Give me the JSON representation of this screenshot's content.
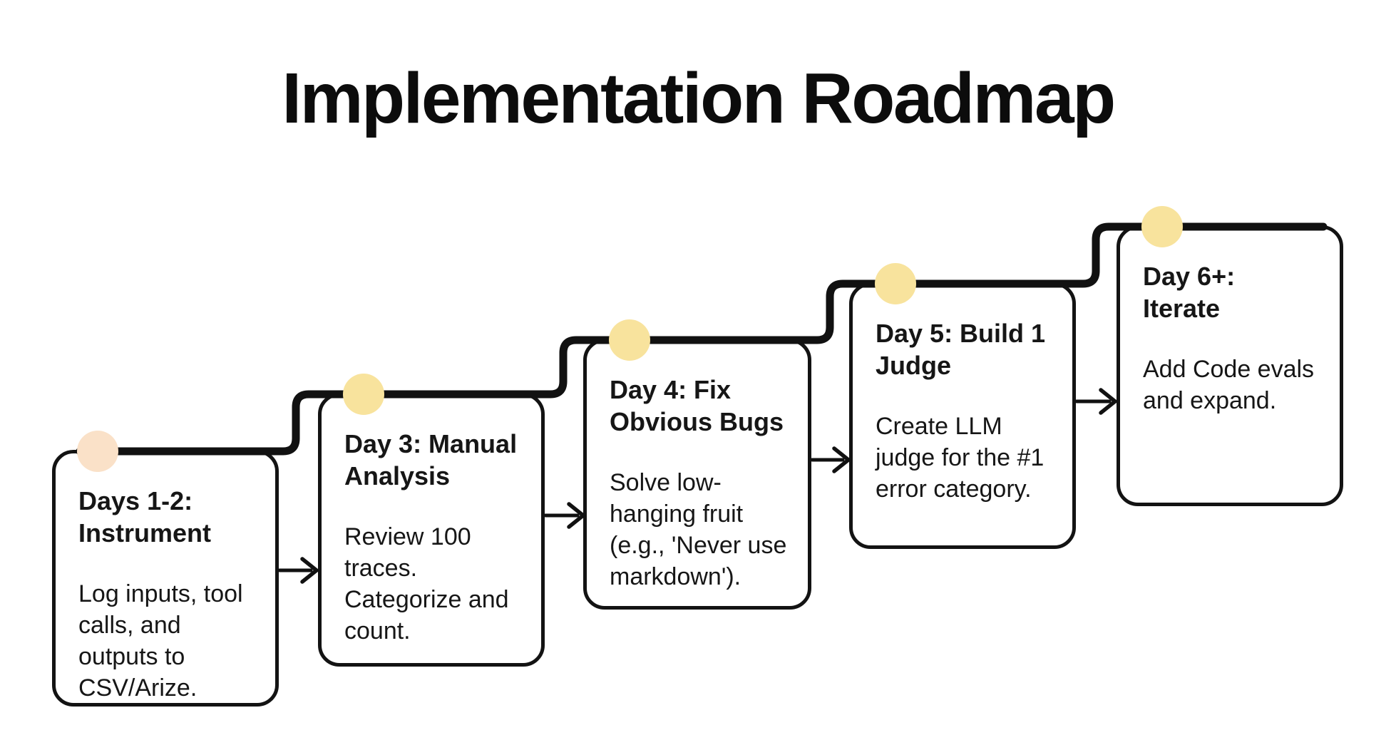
{
  "title": "Implementation Roadmap",
  "colors": {
    "ink": "#111111",
    "box_border": "#131313",
    "box_fill": "#FFFFFF",
    "background": "#FFFFFF",
    "peach_dot": "#FAE1C8",
    "yellow_dot": "#F8E39D"
  },
  "steps": [
    {
      "heading": "Days 1-2:\nInstrument",
      "body": "Log inputs, tool\ncalls, and\noutputs to\nCSV/Arize.",
      "dot_color": "#FAE1C8"
    },
    {
      "heading": "Day 3: Manual\nAnalysis",
      "body": "Review 100\ntraces.\nCategorize and\ncount.",
      "dot_color": "#F8E39D"
    },
    {
      "heading": "Day 4: Fix\nObvious Bugs",
      "body": "Solve low-\nhanging fruit\n(e.g., 'Never use\nmarkdown').",
      "dot_color": "#F8E39D"
    },
    {
      "heading": "Day 5: Build 1\nJudge",
      "body": "Create LLM\njudge for the #1\nerror category.",
      "dot_color": "#F8E39D"
    },
    {
      "heading": "Day 6+:\nIterate",
      "body": "Add Code evals\nand expand.",
      "dot_color": "#F8E39D"
    }
  ]
}
